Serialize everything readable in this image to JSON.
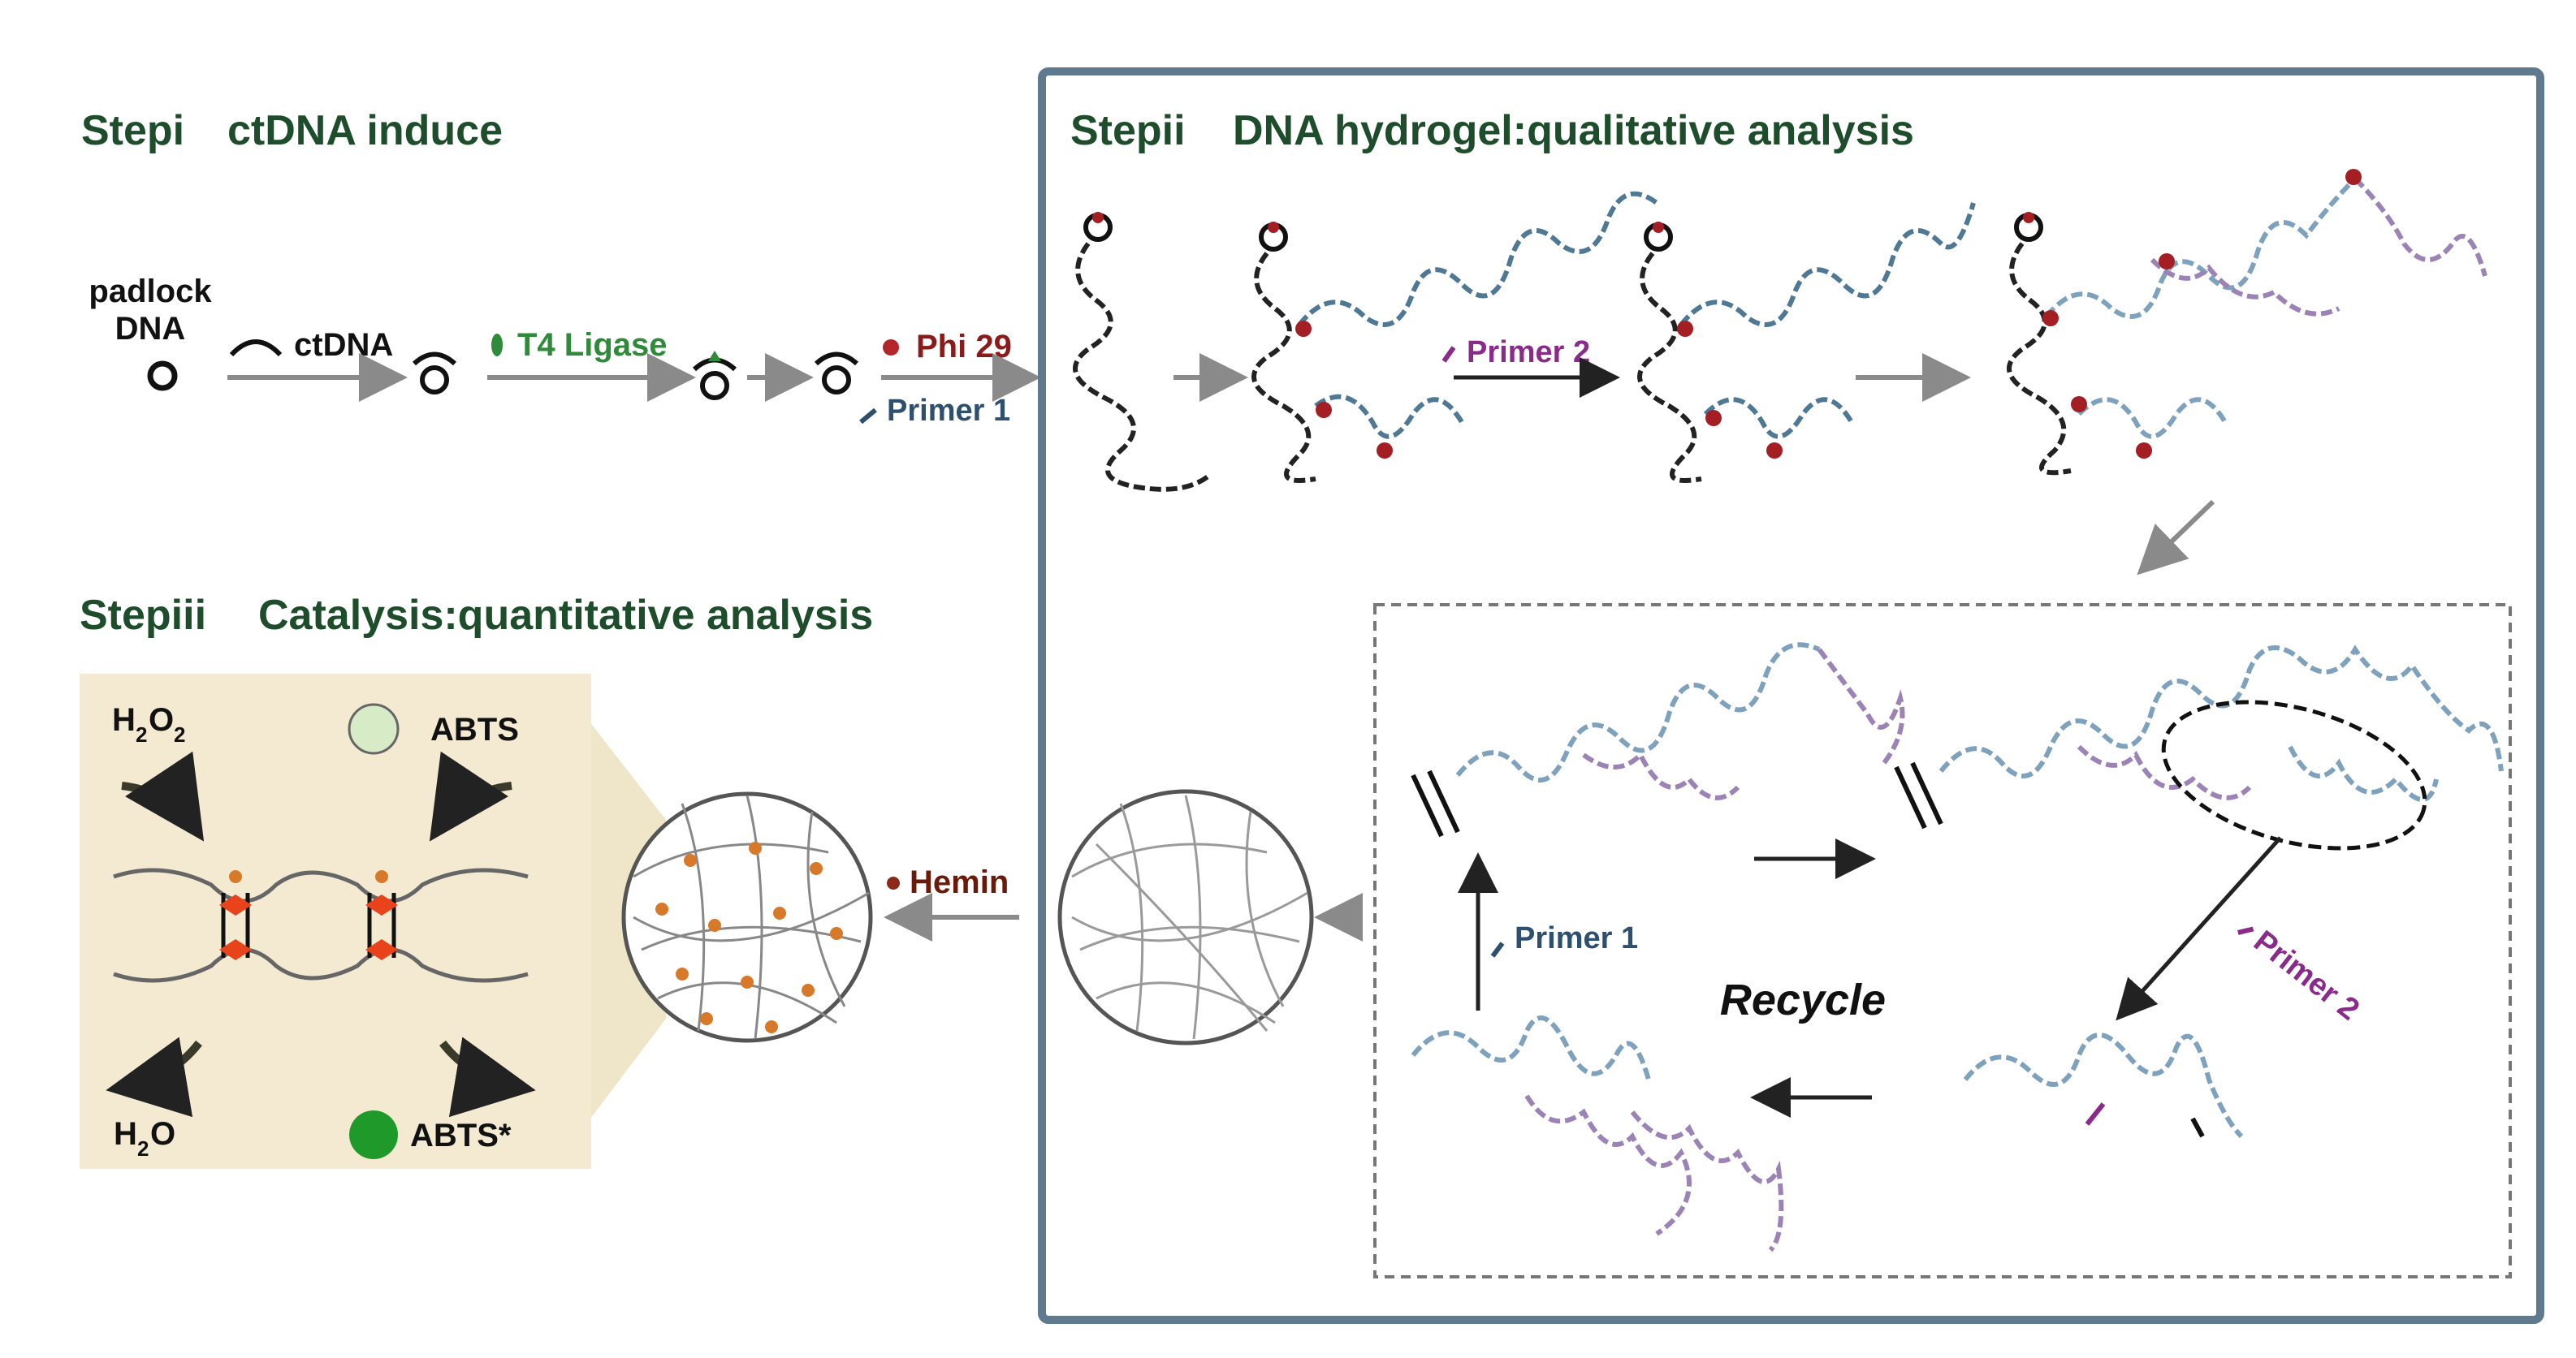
{
  "step1": {
    "label": "Stepi",
    "title": "ctDNA induce"
  },
  "step2": {
    "label": "Stepii",
    "title": "DNA hydrogel:qualitative analysis"
  },
  "step3": {
    "label": "Stepiii",
    "title": "Catalysis:quantitative analysis"
  },
  "reagents": {
    "padlock_line1": "padlock",
    "padlock_line2": "DNA",
    "ctdna": "ctDNA",
    "t4_ligase": "T4 Ligase",
    "phi29": "Phi 29",
    "primer1": "Primer 1",
    "primer2": "Primer 2",
    "hemin": "Hemin",
    "recycle": "Recycle"
  },
  "catalysis": {
    "h2o2_main": "H",
    "h2o2_sub1": "2",
    "h2o2_mid": "O",
    "h2o2_sub2": "2",
    "h2o_main": "H",
    "h2o_sub": "2",
    "h2o_end": "O",
    "abts": "ABTS",
    "abts_star": "ABTS*"
  },
  "colors": {
    "title_green": "#1e4d2b",
    "frame_blue": "#5f7a8f",
    "dark_red": "#8b1a1a",
    "primer1_blue": "#2f4f6f",
    "primer2_purple": "#8a2a8a",
    "ligase_green": "#2e8b3a",
    "panel_beige": "#f3ead1",
    "strand_blue": "#7ea2bd",
    "strand_purple": "#9b84b5"
  }
}
